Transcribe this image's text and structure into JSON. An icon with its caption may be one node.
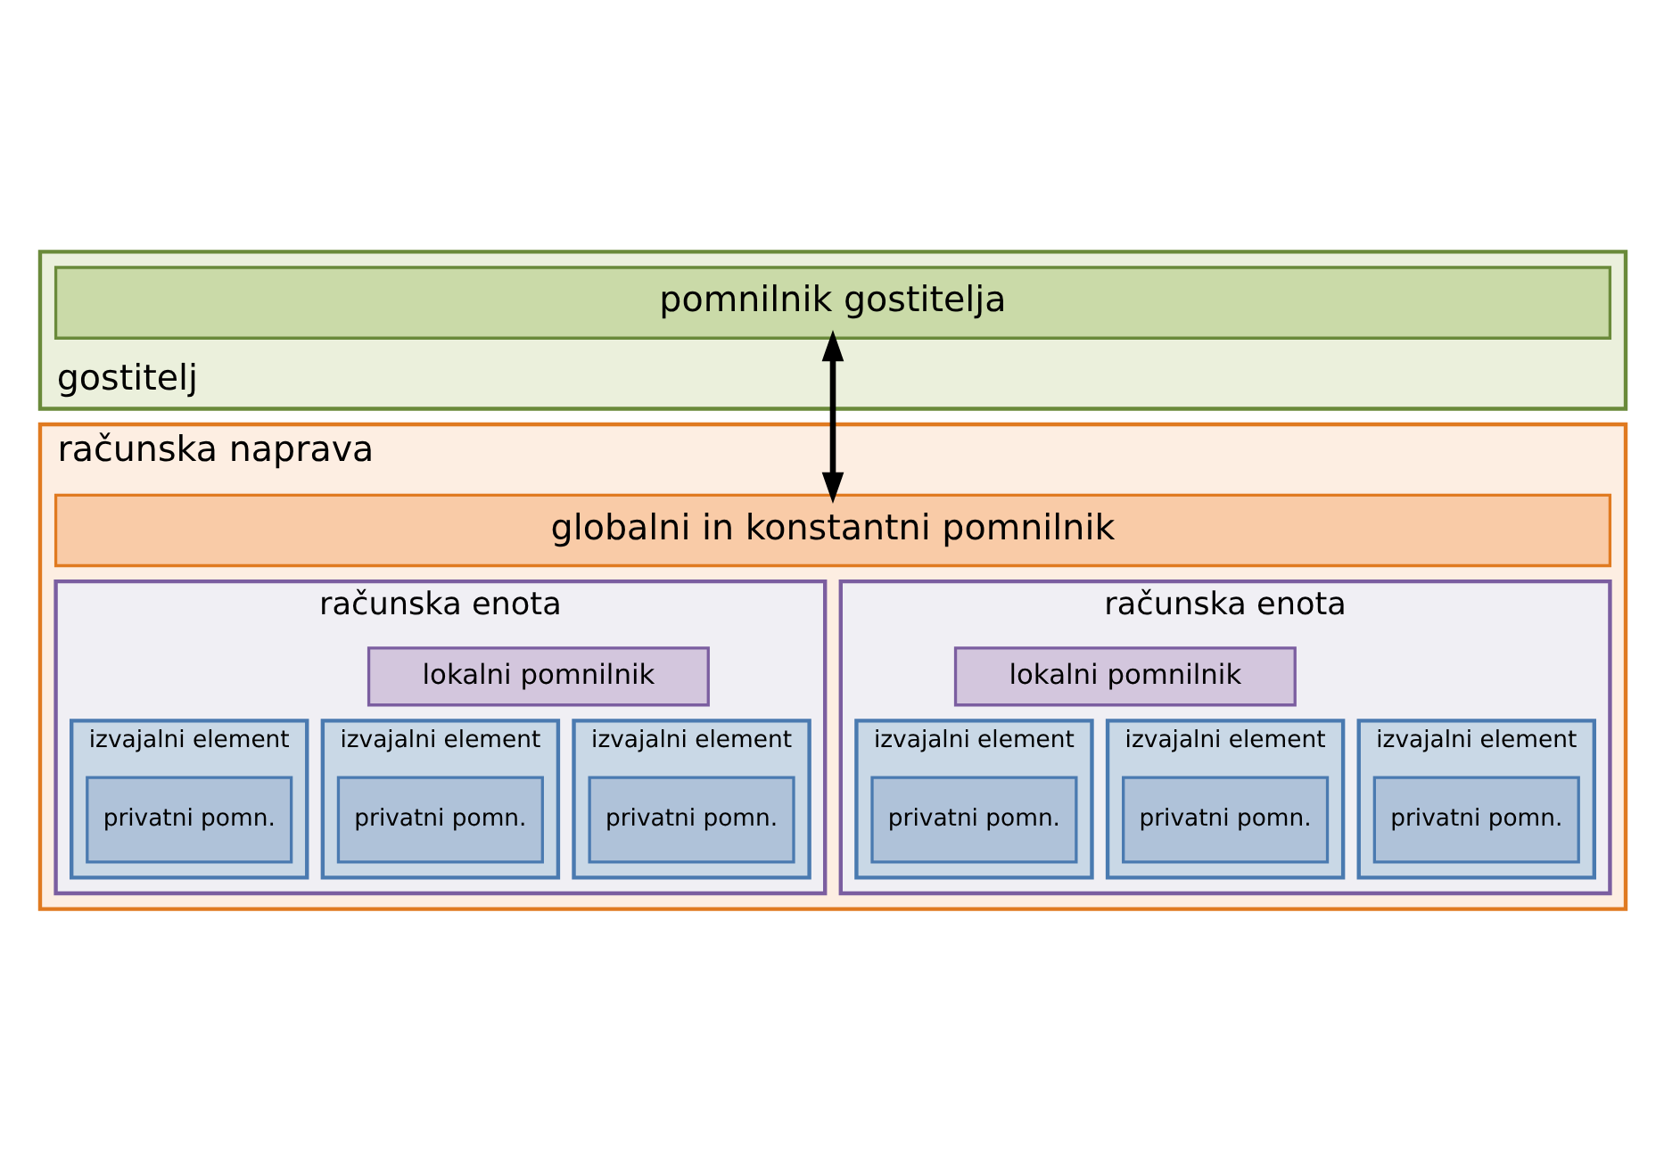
{
  "diagram": {
    "nodes": [
      {
        "text": [
          "gostitelj"
        ]
      },
      {
        "text": [
          "pomnilnik gostitelja"
        ],
        "in": 0
      },
      {
        "text": [
          "računska naprava"
        ]
      },
      {
        "text": [
          "globalni in konstantni pomnilnik"
        ],
        "in": 2
      },
      {
        "text": [
          "računska enota"
        ],
        "in": 2
      },
      {
        "text": [
          "lokalni pomnilnik"
        ],
        "in": 4
      },
      {
        "text": [
          "izvajalni element"
        ],
        "in": 4
      },
      {
        "text": [
          "privatni pomn."
        ],
        "in": 6
      },
      {
        "text": [
          "izvajalni element"
        ],
        "in": 4
      },
      {
        "text": [
          "privatni pomn."
        ],
        "in": 8
      },
      {
        "text": [
          "izvajalni element"
        ],
        "in": 4
      },
      {
        "text": [
          "privatni pomn."
        ],
        "in": 10
      },
      {
        "text": [
          "računska enota"
        ],
        "in": 2
      },
      {
        "text": [
          "lokalni pomnilnik"
        ],
        "in": 12
      },
      {
        "text": [
          "izvajalni element"
        ],
        "in": 12
      },
      {
        "text": [
          "privatni pomn."
        ],
        "in": 14
      },
      {
        "text": [
          "izvajalni element"
        ],
        "in": 12
      },
      {
        "text": [
          "privatni pomn."
        ],
        "in": 16
      },
      {
        "text": [
          "izvajalni element"
        ],
        "in": 12
      },
      {
        "text": [
          "privatni pomn."
        ],
        "in": 18
      }
    ],
    "edges": [
      {
        "from": 1,
        "to": 3,
        "arrow": "both"
      }
    ]
  }
}
